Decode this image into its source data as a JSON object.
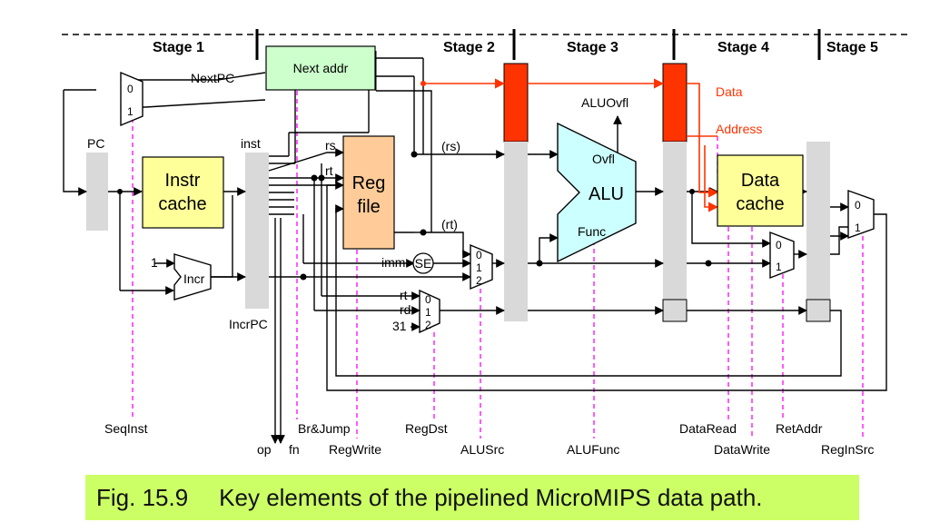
{
  "stages": [
    "Stage 1",
    "Stage 2",
    "Stage 3",
    "Stage 4",
    "Stage 5"
  ],
  "blocks": {
    "next_addr": "Next addr",
    "pc": "PC",
    "instr_cache": [
      "Instr",
      "cache"
    ],
    "reg_file": [
      "Reg",
      "file"
    ],
    "alu": "ALU",
    "alu_ovfl": "Ovfl",
    "alu_func": "Func",
    "data_cache": [
      "Data",
      "cache"
    ],
    "incr": "Incr",
    "se": "SE"
  },
  "labels": {
    "nextpc": "NextPC",
    "inst": "inst",
    "incrpc": "IncrPC",
    "rs": "rs",
    "rt": "rt",
    "rs_paren": "(rs)",
    "rt_paren": "(rt)",
    "imm": "imm",
    "rt2": "rt",
    "rd": "rd",
    "n31": "31",
    "one": "1",
    "aluovfl": "ALUOvfl",
    "data": "Data",
    "address": "Address"
  },
  "mux_inputs": {
    "two": [
      "0",
      "1"
    ],
    "three": [
      "0",
      "1",
      "2"
    ]
  },
  "signals": {
    "seqinst": "SeqInst",
    "brjump": "Br&Jump",
    "regdst": "RegDst",
    "datare ad": "",
    "dataread": "DataRead",
    "retaddr": "RetAddr",
    "op": "op",
    "fn": "fn",
    "regwrite": "RegWrite",
    "alusrc": "ALUSrc",
    "alufunc": "ALUFunc",
    "datawrite": "DataWrite",
    "reginsrc": "RegInSrc"
  },
  "caption": {
    "number": "Fig. 15.9",
    "text": "Key elements of the pipelined MicroMIPS data path."
  },
  "colors": {
    "next_addr_fill": "#ccffcc",
    "cache_fill": "#ffff99",
    "reg_file_fill": "#ffcc99",
    "alu_fill": "#ccffff",
    "pipe_reg_fill": "#d9d9d9",
    "pipe_reg_red": "#ff3300",
    "data_path_red": "#ff3300",
    "control_line": "#ff00ff",
    "caption_bg": "#ccff66"
  }
}
